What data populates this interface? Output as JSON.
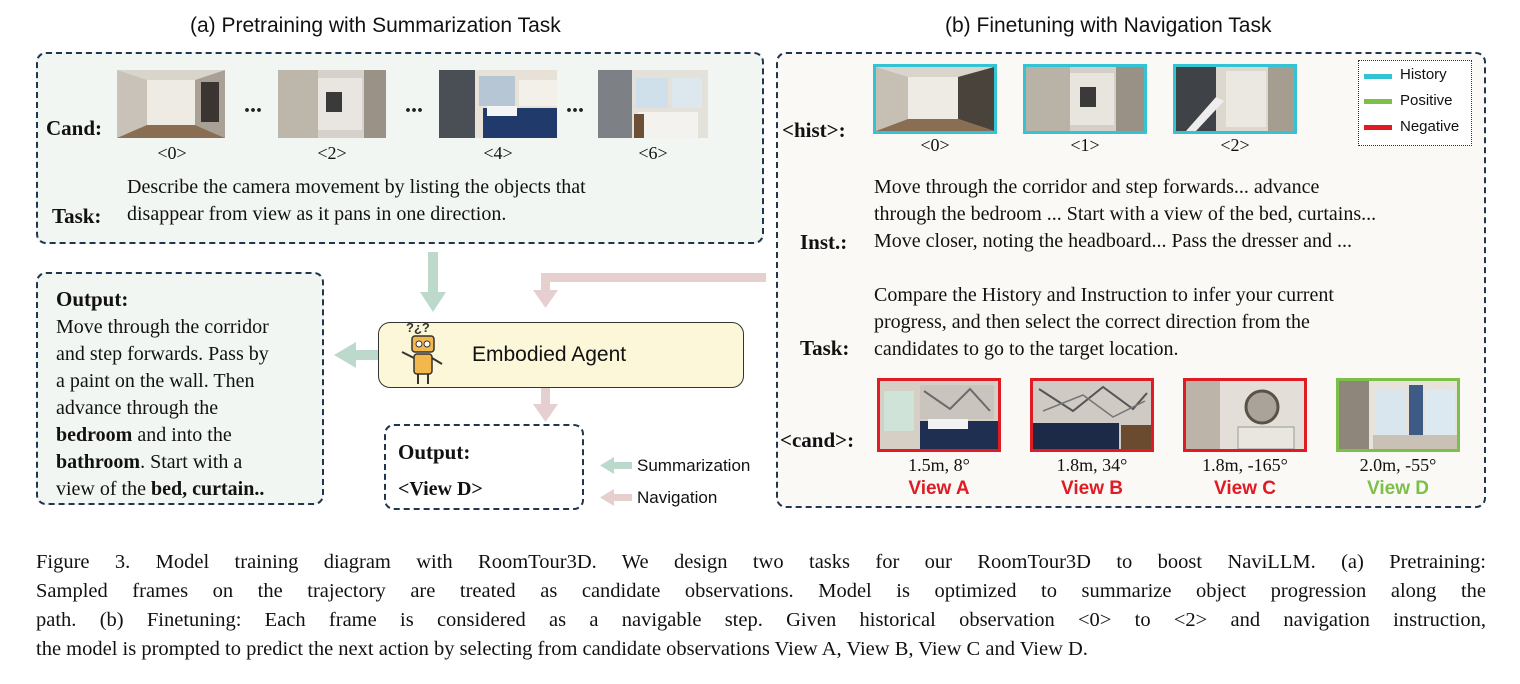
{
  "colors": {
    "history": "#33c3d3",
    "positive": "#7cc04a",
    "negative": "#e01b24",
    "summarization_arrow": "#bcd9cc",
    "navigation_arrow": "#e6cfcf",
    "agent_fill": "#fbf7d8"
  },
  "panel_a": {
    "title": "(a) Pretraining with Summarization Task",
    "cand_label": "Cand:",
    "dots": "...",
    "cand_frames": [
      {
        "caption": "<0>"
      },
      {
        "caption": "<2>"
      },
      {
        "caption": "<4>"
      },
      {
        "caption": "<6>"
      }
    ],
    "task_label": "Task:",
    "task_line1": "Describe the camera movement by listing the objects that",
    "task_line2": "disappear from view as it pans in one direction."
  },
  "output_a": {
    "label": "Output:",
    "l1": "Move through the corridor",
    "l2": "and step forwards. Pass by",
    "l3": "a paint on the wall. Then",
    "l4": "advance through the",
    "l5_bold": "bedroom",
    "l5_rest": " and into the",
    "l6_bold": "bathroom",
    "l6_rest": ". Start with a",
    "l7_pre": "view of the ",
    "l7_bold": "bed, curtain.."
  },
  "agent": {
    "label": "Embodied Agent",
    "robot_icon": "robot-icon"
  },
  "output_b": {
    "label": "Output:",
    "value": "<View D>"
  },
  "legend_arrows": {
    "summarization": "Summarization",
    "navigation": "Navigation"
  },
  "panel_b": {
    "title": "(b) Finetuning with Navigation Task",
    "hist_label": "<hist>:",
    "hist_frames": [
      {
        "caption": "<0>"
      },
      {
        "caption": "<1>"
      },
      {
        "caption": "<2>"
      }
    ],
    "legend": {
      "history": "History",
      "positive": "Positive",
      "negative": "Negative"
    },
    "inst_label": "Inst.:",
    "inst_line1": "Move through the corridor and step forwards... advance",
    "inst_line2": "through the bedroom ... Start with a view of the bed, curtains...",
    "inst_line3": "Move closer, noting the headboard... Pass the dresser and ...",
    "task_label": "Task:",
    "task_line1": "Compare the History and Instruction to infer your current",
    "task_line2": "progress, and then select the correct direction from the",
    "task_line3": "candidates to go to the target location.",
    "cand_label": "<cand>:",
    "cands": [
      {
        "dist": "1.5m, 8°",
        "view": "View A",
        "status": "negative"
      },
      {
        "dist": "1.8m, 34°",
        "view": "View B",
        "status": "negative"
      },
      {
        "dist": "1.8m, -165°",
        "view": "View C",
        "status": "negative"
      },
      {
        "dist": "2.0m, -55°",
        "view": "View D",
        "status": "positive"
      }
    ]
  },
  "caption": {
    "line1": "Figure 3.  Model training diagram with RoomTour3D. We design two tasks for our RoomTour3D to boost NaviLLM. (a) Pretraining:",
    "line2": "Sampled frames on the trajectory are treated as candidate observations.  Model is optimized to summarize object progression along the",
    "line3": "path. (b) Finetuning: Each frame is considered as a navigable step. Given historical observation <0> to <2> and navigation instruction,",
    "line4": "the model is prompted to predict the next action by selecting from candidate observations View A, View B, View C and View D."
  }
}
